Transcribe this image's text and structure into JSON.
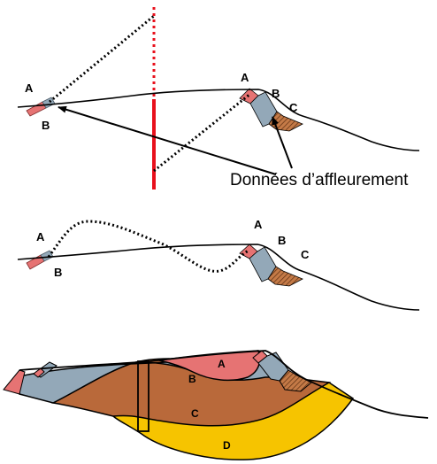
{
  "colors": {
    "layer_a": "#e67373",
    "layer_b": "#93a8b8",
    "layer_c": "#b9693a",
    "layer_d": "#f6c400",
    "section_line": "#e8101c",
    "ink": "#000000"
  },
  "panel1": {
    "labels": {
      "a_left": "A",
      "b_left": "B",
      "a_right": "A",
      "b_right": "B",
      "c_right": "C"
    },
    "callout": "Données d’affleurement"
  },
  "panel2": {
    "labels": {
      "a_left": "A",
      "b_left": "B",
      "a_right": "A",
      "b_right": "B",
      "c_right": "C"
    }
  },
  "panel3": {
    "labels": {
      "a": "A",
      "b": "B",
      "c": "C",
      "d": "D"
    }
  }
}
